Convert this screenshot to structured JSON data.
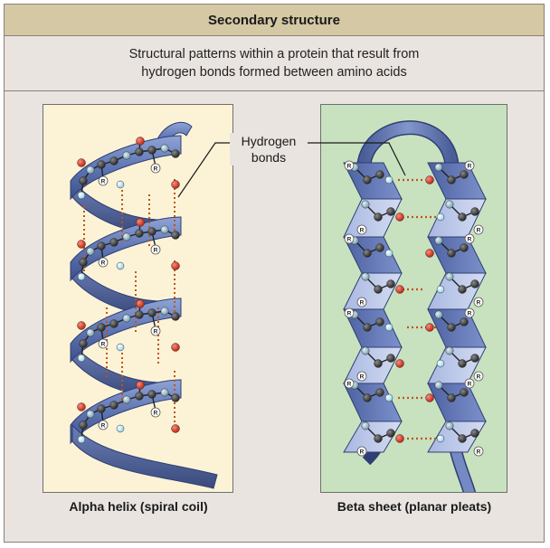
{
  "header": {
    "title": "Secondary structure"
  },
  "description": {
    "line1": "Structural patterns within a protein that result from",
    "line2": "hydrogen bonds formed between amino acids"
  },
  "callout": {
    "line1": "Hydrogen",
    "line2": "bonds"
  },
  "left_panel": {
    "caption": "Alpha helix (spiral coil)",
    "residue_label": "R"
  },
  "right_panel": {
    "caption": "Beta sheet (planar pleats)",
    "residue_label": "R"
  },
  "colors": {
    "header_bg": "#d5c8a4",
    "frame_bg": "#e9e4e0",
    "alpha_bg": "#fcf3d6",
    "beta_bg": "#c8e2c0",
    "ribbon": "#5f76b4",
    "oxygen": "#c62d1f",
    "carbon": "#333333",
    "nitrogen": "#8fb3c2",
    "hydrogen": "#bfe4f2",
    "hbond": "#c0541a"
  }
}
